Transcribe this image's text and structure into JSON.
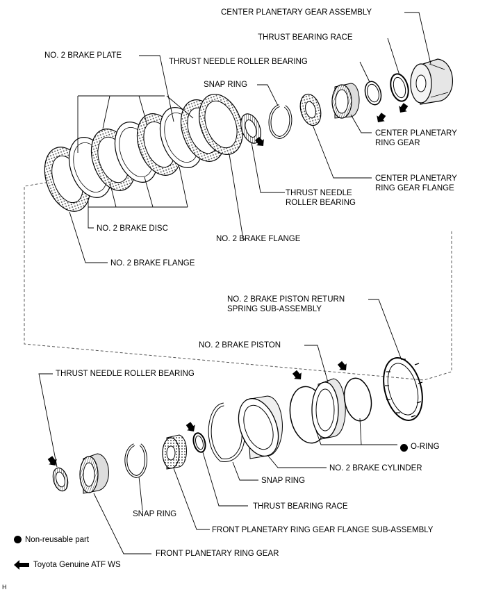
{
  "labels": {
    "center_planetary_gear_assembly": "CENTER PLANETARY GEAR ASSEMBLY",
    "thrust_bearing_race_top": "THRUST BEARING RACE",
    "thrust_needle_roller_bearing_top": "THRUST NEEDLE ROLLER BEARING",
    "snap_ring_top": "SNAP RING",
    "no2_brake_plate": "NO. 2 BRAKE PLATE",
    "center_planetary_ring_gear": [
      "CENTER PLANETARY",
      "RING GEAR"
    ],
    "center_planetary_ring_gear_flange": [
      "CENTER PLANETARY",
      "RING GEAR FLANGE"
    ],
    "thrust_needle_roller_bearing_mid": [
      "THRUST NEEDLE",
      "ROLLER BEARING"
    ],
    "no2_brake_disc": "NO. 2 BRAKE DISC",
    "no2_brake_flange_right": "NO. 2 BRAKE FLANGE",
    "no2_brake_flange_left": "NO. 2 BRAKE FLANGE",
    "no2_brake_piston_return_spring": [
      "NO. 2 BRAKE PISTON RETURN",
      "SPRING SUB-ASSEMBLY"
    ],
    "no2_brake_piston": "NO. 2 BRAKE PISTON",
    "thrust_needle_roller_bearing_bottom": "THRUST NEEDLE ROLLER BEARING",
    "o_ring": "O-RING",
    "no2_brake_cylinder": "NO. 2 BRAKE CYLINDER",
    "snap_ring_bottom_right": "SNAP RING",
    "thrust_bearing_race_bottom": "THRUST BEARING RACE",
    "snap_ring_bottom_left": "SNAP RING",
    "front_planetary_ring_gear_flange": "FRONT PLANETARY RING GEAR FLANGE SUB-ASSEMBLY",
    "front_planetary_ring_gear": "FRONT PLANETARY RING GEAR"
  },
  "legend": {
    "non_reusable": "Non-reusable part",
    "atf": "Toyota Genuine ATF WS"
  },
  "figure_code": "H",
  "colors": {
    "ink": "#000000",
    "paper": "#ffffff",
    "shade": "#cfcfcf"
  }
}
